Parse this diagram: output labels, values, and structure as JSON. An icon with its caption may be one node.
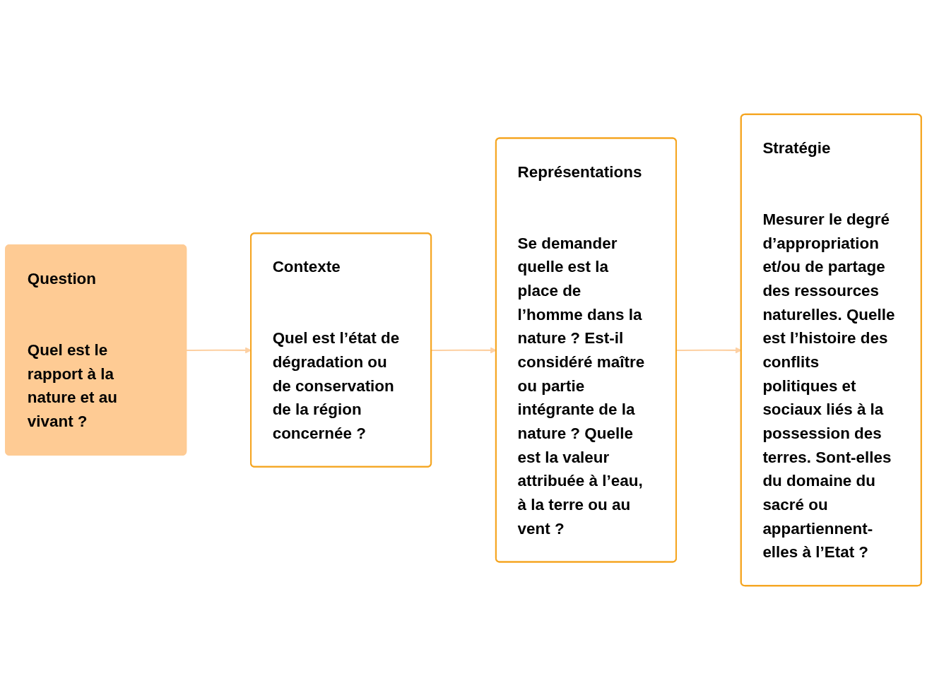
{
  "diagram": {
    "nodes": [
      {
        "text": [
          "Question",
          "Quel est le rapport à la nature et au vivant ?"
        ]
      },
      {
        "text": [
          "Contexte",
          "Quel est l’état de dégradation ou de conservation de la région concernée ?"
        ]
      },
      {
        "text": [
          "Représentations",
          "Se demander quelle est la place de l’homme dans la nature ? Est-il considéré maître ou partie intégrante de la nature ? Quelle est la valeur attribuée à l’eau, à la terre ou au vent ?"
        ]
      },
      {
        "text": [
          "Stratégie",
          "Mesurer le degré d’appropriation et/ou de partage des ressources naturelles. Quelle est l’histoire des conflits politiques et sociaux liés à la possession des terres. Sont-elles du domaine du sacré ou appartiennent-elles à l’Etat ?"
        ]
      }
    ],
    "edges": [
      {
        "from": 0,
        "to": 1,
        "arrow": "to"
      },
      {
        "from": 1,
        "to": 2,
        "arrow": "to"
      },
      {
        "from": 2,
        "to": 3,
        "arrow": "to"
      }
    ]
  }
}
